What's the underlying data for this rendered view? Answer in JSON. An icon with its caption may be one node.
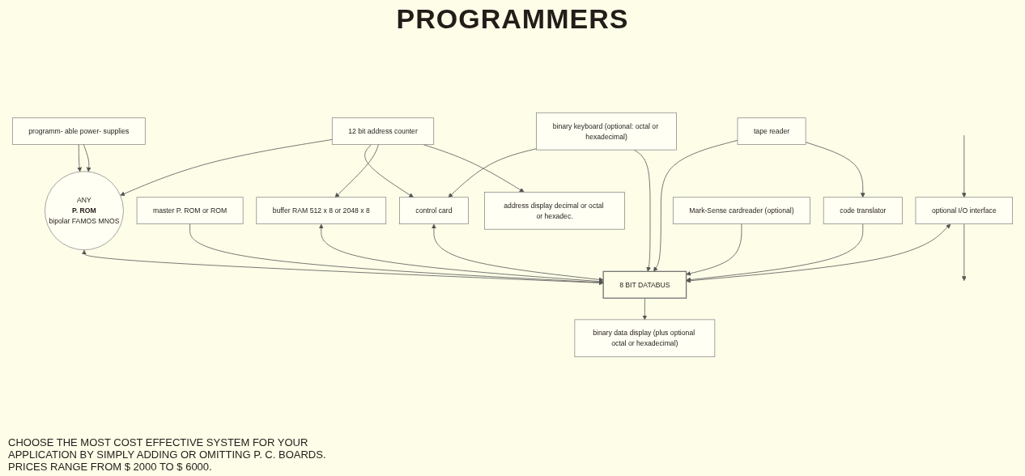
{
  "diagram": {
    "title": "PROGRAMMERS",
    "nodes": [
      {
        "text": [
          "programm- able power- supplies"
        ]
      },
      {
        "text": [
          "12 bit address counter"
        ]
      },
      {
        "text": [
          "address display decimal or octal or hexadec."
        ]
      },
      {
        "text": [
          "binary data display (plus optional octal or hexadecimal)"
        ]
      },
      {
        "text": [
          "tape reader"
        ]
      },
      {
        "text": [
          "master P. ROM or ROM"
        ]
      },
      {
        "text": [
          "optional I/O interface"
        ]
      },
      {
        "text": [
          "ANY",
          "P. ROM",
          "bipolar FAMOS MNOS"
        ]
      },
      {
        "text": [
          "control card"
        ]
      },
      {
        "text": [
          "buffer RAM 512 x 8 or 2048 x 8"
        ]
      },
      {
        "text": [
          "binary keyboard (optional: octal or hexadecimal)"
        ]
      },
      {
        "text": [
          "code translator"
        ]
      },
      {
        "text": [
          "Mark-Sense cardreader (optional)"
        ]
      },
      {
        "text": [
          "8 BIT DATABUS"
        ]
      }
    ],
    "edges": [
      {
        "from": 0,
        "to": 7,
        "arrow": "to"
      },
      {
        "from": 0,
        "to": 7,
        "arrow": "to"
      },
      {
        "from": 1,
        "to": 7,
        "arrow": "to"
      },
      {
        "from": 1,
        "to": 8,
        "arrow": "to"
      },
      {
        "from": 1,
        "to": 9,
        "arrow": "to"
      },
      {
        "from": 1,
        "to": 2,
        "arrow": "to"
      },
      {
        "from": 7,
        "to": 13,
        "arrow": "both"
      },
      {
        "from": 8,
        "to": 13,
        "arrow": "both"
      },
      {
        "from": 10,
        "to": 8,
        "arrow": "to"
      },
      {
        "from": 9,
        "to": 13,
        "arrow": "both"
      },
      {
        "from": 13,
        "to": 3,
        "arrow": "to"
      },
      {
        "from": 10,
        "to": 13,
        "arrow": "to"
      },
      {
        "from": 4,
        "to": 13,
        "arrow": "to"
      },
      {
        "from": 4,
        "to": 11,
        "arrow": "to"
      },
      {
        "from": 11,
        "to": 13,
        "arrow": "to"
      },
      {
        "from": 5,
        "to": 13,
        "arrow": "to"
      },
      {
        "from": 12,
        "to": 13,
        "arrow": "to"
      },
      {
        "from": 6,
        "to": 13,
        "arrow": "both"
      },
      {
        "from": null,
        "to": 6,
        "arrow": "to"
      },
      {
        "from": 6,
        "to": null,
        "arrow": "to"
      }
    ],
    "labels": [
      "CHOOSE THE MOST COST EFFECTIVE SYSTEM FOR YOUR APPLICATION BY SIMPLY ADDING OR OMITTING P. C. BOARDS. PRICES RANGE FROM $ 2000 TO $ 6000."
    ]
  }
}
